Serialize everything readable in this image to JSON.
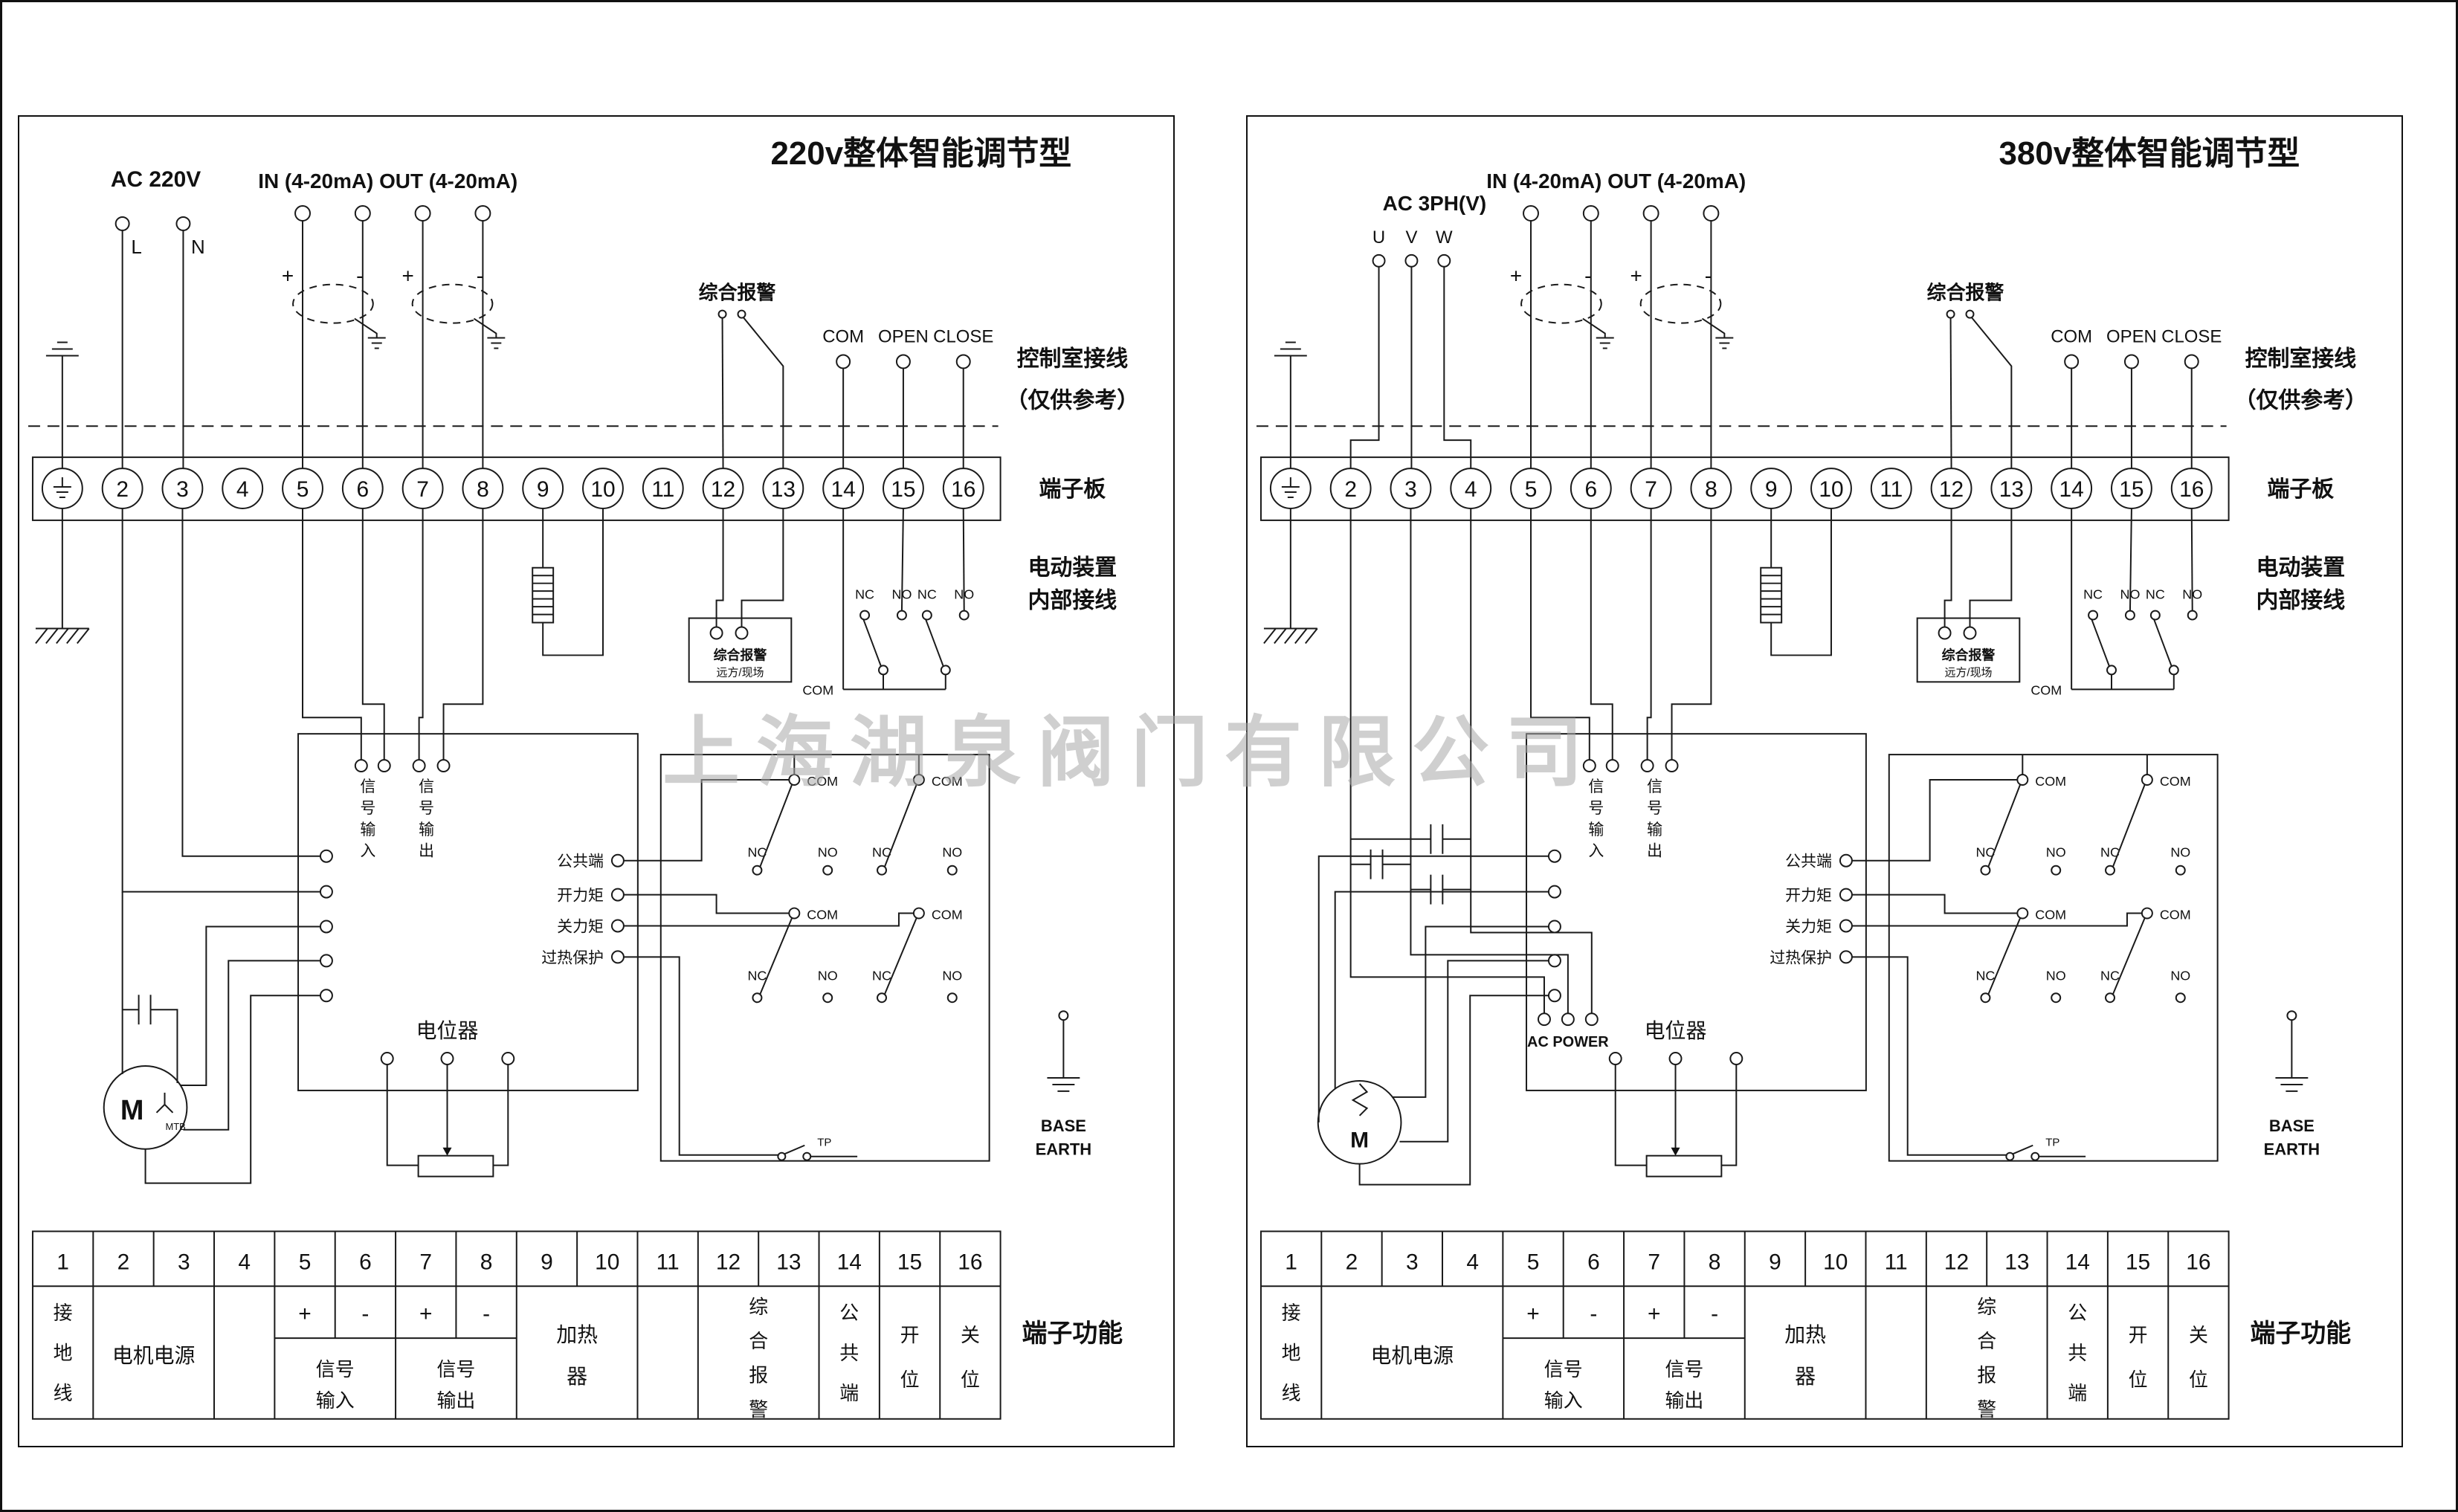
{
  "watermark": "上海湖泉阀门有限公司",
  "panels": [
    {
      "title": "220v整体智能调节型",
      "power_label": "AC 220V",
      "phase_labels": [
        "L",
        "N"
      ],
      "io_label": "IN (4-20mA) OUT (4-20mA)",
      "plus": "+",
      "minus": "-",
      "alarm_label": "综合报警",
      "com": "COM",
      "open": "OPEN",
      "close": "CLOSE",
      "nc": "NC",
      "no": "NO",
      "tp": "TP",
      "notes": {
        "control_room_1": "控制室接线",
        "control_room_2": "（仅供参考）",
        "terminal_board": "端子板",
        "internal_1": "电动装置",
        "internal_2": "内部接线"
      },
      "terminals": [
        "",
        "2",
        "3",
        "4",
        "5",
        "6",
        "7",
        "8",
        "9",
        "10",
        "11",
        "12",
        "13",
        "14",
        "15",
        "16"
      ],
      "alarm_box": {
        "line1": "综合报警",
        "line2": "远方/现场"
      },
      "signal_in": "信号输入",
      "signal_out": "信号输出",
      "box_outputs": [
        "公共端",
        "开力矩",
        "关力矩",
        "过热保护"
      ],
      "potentiometer": "电位器",
      "motor": "M",
      "motor_sub": "MTB",
      "base_earth_1": "BASE",
      "base_earth_2": "EARTH",
      "func_label": "端子功能",
      "table": {
        "numbers": [
          "1",
          "2",
          "3",
          "4",
          "5",
          "6",
          "7",
          "8",
          "9",
          "10",
          "11",
          "12",
          "13",
          "14",
          "15",
          "16"
        ],
        "ground": "接地线",
        "motor_power": "电机电源",
        "signal_in": "信号输入",
        "signal_out": "信号输出",
        "heater": "加热器",
        "alarm": "综合报警",
        "common": "公共端",
        "open_pos": "开位",
        "close_pos": "关位"
      }
    },
    {
      "title": "380v整体智能调节型",
      "power_label": "AC 3PH(V)",
      "phase_labels": [
        "U",
        "V",
        "W"
      ],
      "ac_power": "AC POWER",
      "io_label": "IN (4-20mA) OUT (4-20mA)",
      "plus": "+",
      "minus": "-",
      "alarm_label": "综合报警",
      "com": "COM",
      "open": "OPEN",
      "close": "CLOSE",
      "nc": "NC",
      "no": "NO",
      "tp": "TP",
      "notes": {
        "control_room_1": "控制室接线",
        "control_room_2": "（仅供参考）",
        "terminal_board": "端子板",
        "internal_1": "电动装置",
        "internal_2": "内部接线"
      },
      "terminals": [
        "",
        "2",
        "3",
        "4",
        "5",
        "6",
        "7",
        "8",
        "9",
        "10",
        "11",
        "12",
        "13",
        "14",
        "15",
        "16"
      ],
      "alarm_box": {
        "line1": "综合报警",
        "line2": "远方/现场"
      },
      "signal_in": "信号输入",
      "signal_out": "信号输出",
      "box_outputs": [
        "公共端",
        "开力矩",
        "关力矩",
        "过热保护"
      ],
      "potentiometer": "电位器",
      "motor": "M",
      "base_earth_1": "BASE",
      "base_earth_2": "EARTH",
      "func_label": "端子功能",
      "table": {
        "numbers": [
          "1",
          "2",
          "3",
          "4",
          "5",
          "6",
          "7",
          "8",
          "9",
          "10",
          "11",
          "12",
          "13",
          "14",
          "15",
          "16"
        ],
        "ground": "接地线",
        "motor_power": "电机电源",
        "signal_in": "信号输入",
        "signal_out": "信号输出",
        "heater": "加热器",
        "alarm": "综合报警",
        "common": "公共端",
        "open_pos": "开位",
        "close_pos": "关位"
      }
    }
  ]
}
